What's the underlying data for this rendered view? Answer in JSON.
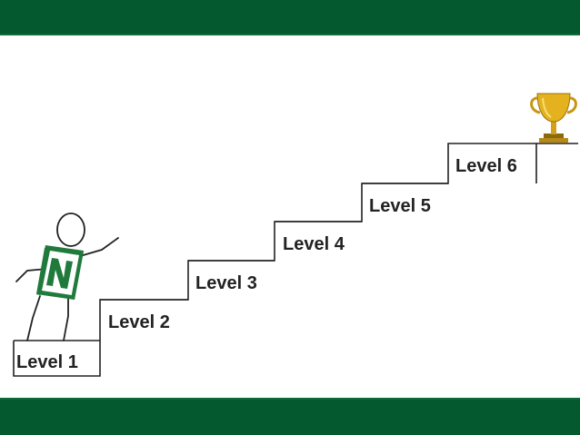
{
  "steps": [
    {
      "label": "Level 1"
    },
    {
      "label": "Level 2"
    },
    {
      "label": "Level 3"
    },
    {
      "label": "Level 4"
    },
    {
      "label": "Level 5"
    },
    {
      "label": "Level 6"
    }
  ],
  "colors": {
    "band": "#045a2e",
    "stair_stroke": "#222222",
    "figure_green": "#1f7a3c",
    "trophy_gold": "#d4a017"
  },
  "icons": {
    "figure": "stick-figure-climber-icon",
    "trophy": "trophy-icon"
  }
}
